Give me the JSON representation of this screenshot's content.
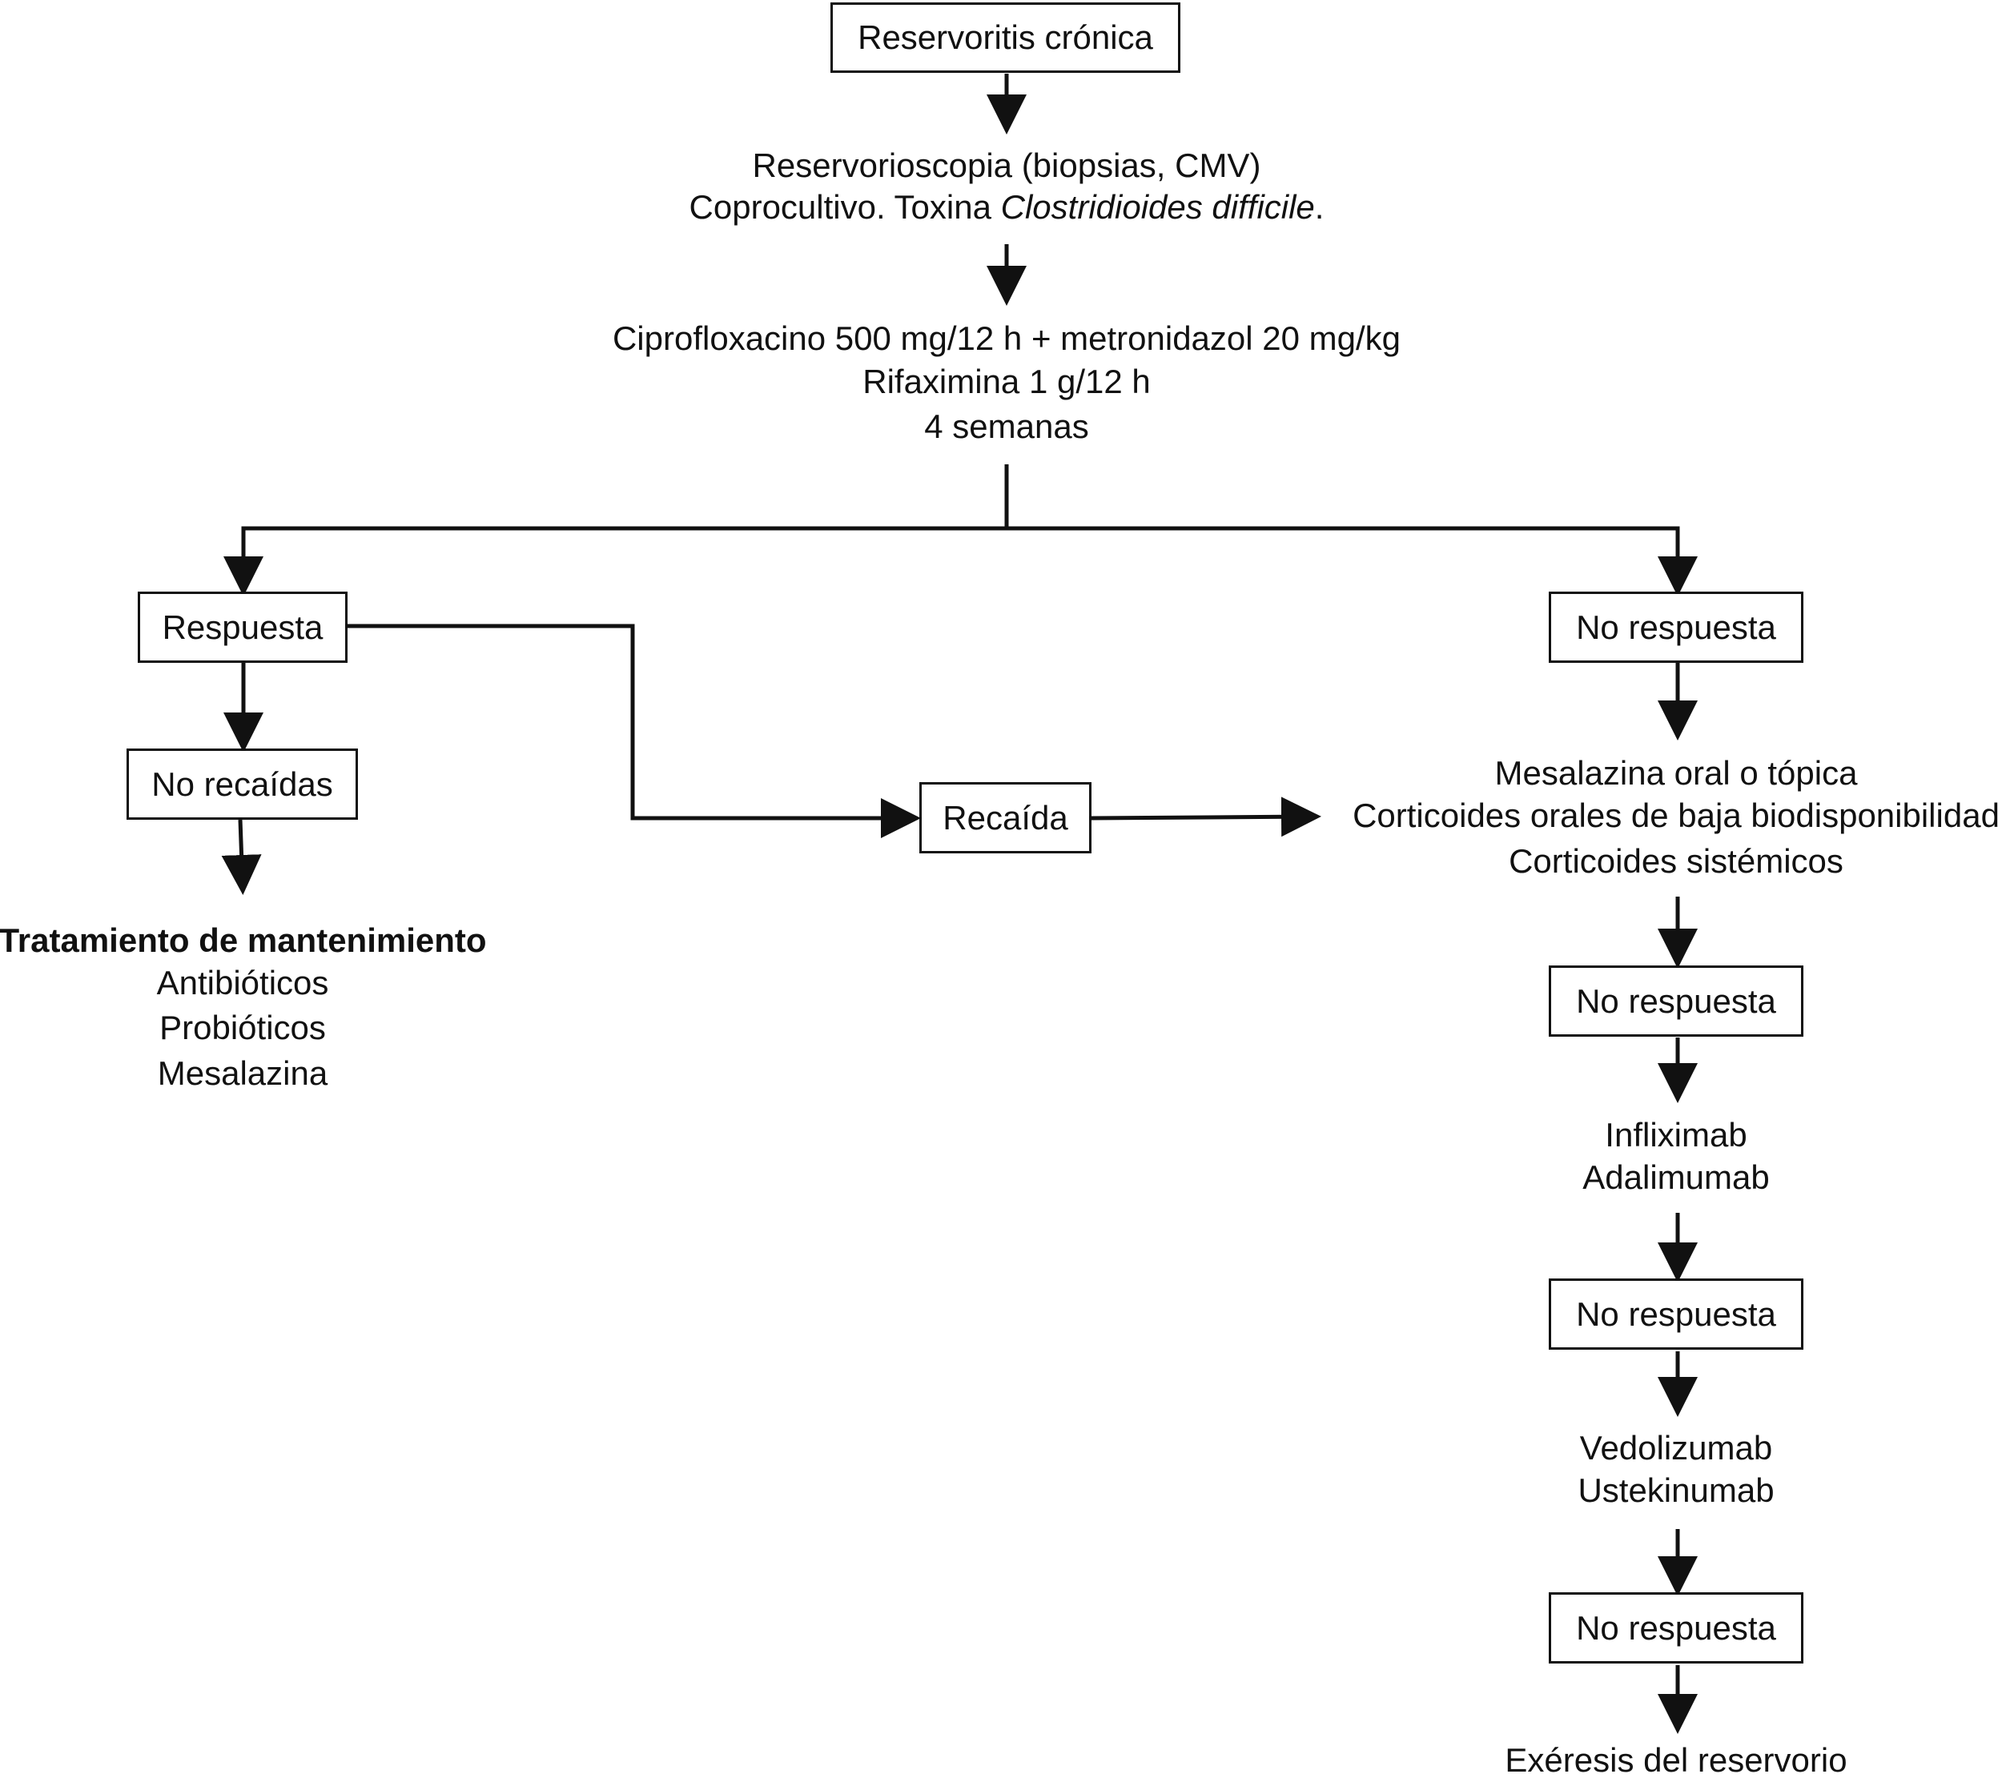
{
  "nodes": {
    "start": "Reservoritis crónica",
    "diag_line1": "Reservorioscopia (biopsias, CMV)",
    "diag_line2_a": "Coprocultivo. Toxina ",
    "diag_line2_b": "Clostridioides difficile",
    "diag_line2_c": ".",
    "ab_line1": "Ciprofloxacino 500 mg/12 h + metronidazol 20 mg/kg",
    "ab_line2": "Rifaximina 1 g/12 h",
    "ab_line3": "4 semanas",
    "respuesta": "Respuesta",
    "no_respuesta_1": "No respuesta",
    "no_recaidas": "No recaídas",
    "recaida": "Recaída",
    "mant_title": "Tratamiento de mantenimiento",
    "mant_items": [
      "Antibióticos",
      "Probióticos",
      "Mesalazina"
    ],
    "step2_items": [
      "Mesalazina oral o tópica",
      "Corticoides orales de baja biodisponibilidad",
      "Corticoides sistémicos"
    ],
    "no_respuesta_2": "No respuesta",
    "step3_items": [
      "Infliximab",
      "Adalimumab"
    ],
    "no_respuesta_3": "No respuesta",
    "step4_items": [
      "Vedolizumab",
      "Ustekinumab"
    ],
    "no_respuesta_4": "No respuesta",
    "final": "Exéresis del reservorio"
  }
}
